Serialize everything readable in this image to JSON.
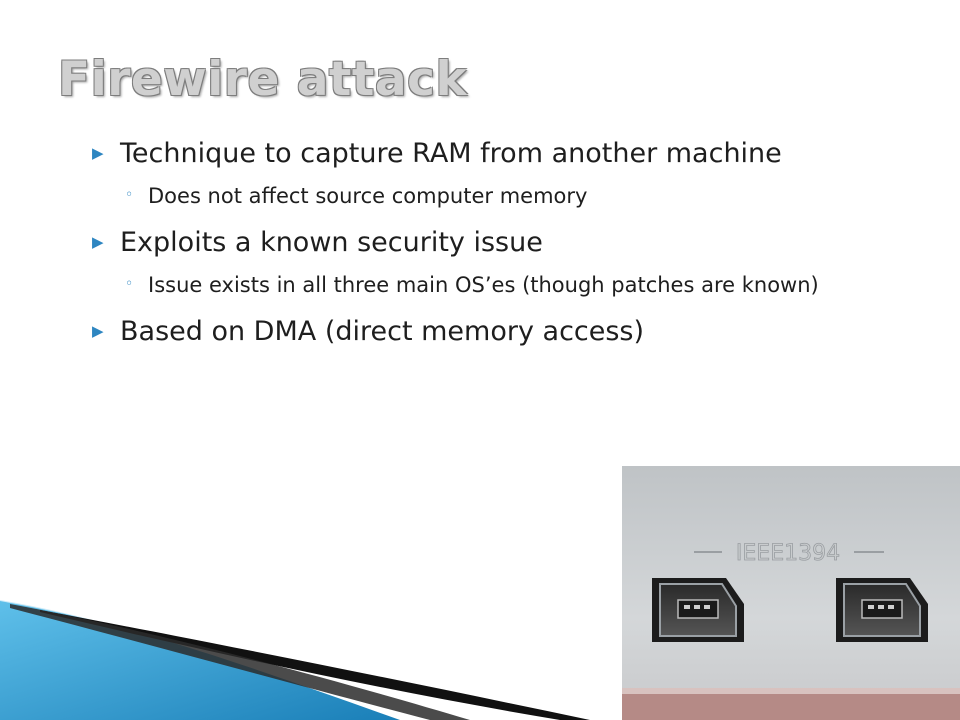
{
  "slide": {
    "title": "Firewire attack",
    "bullets": [
      {
        "text": "Technique to capture RAM from another machine",
        "subs": [
          "Does not affect source computer memory"
        ]
      },
      {
        "text": "Exploits a known security issue",
        "subs": [
          "Issue exists in all three main OS’es (though patches are known)"
        ]
      },
      {
        "text": "Based on DMA (direct memory access)",
        "subs": []
      }
    ]
  },
  "photo": {
    "port_label": "IEEE1394"
  },
  "colors": {
    "bullet_accent": "#2e86c1",
    "title_fill": "#d0d0d0",
    "deco_blue": "#1f8fc8"
  },
  "icons": {
    "bullet": "arrow-right-triangle",
    "sub_bullet": "small-circle"
  }
}
